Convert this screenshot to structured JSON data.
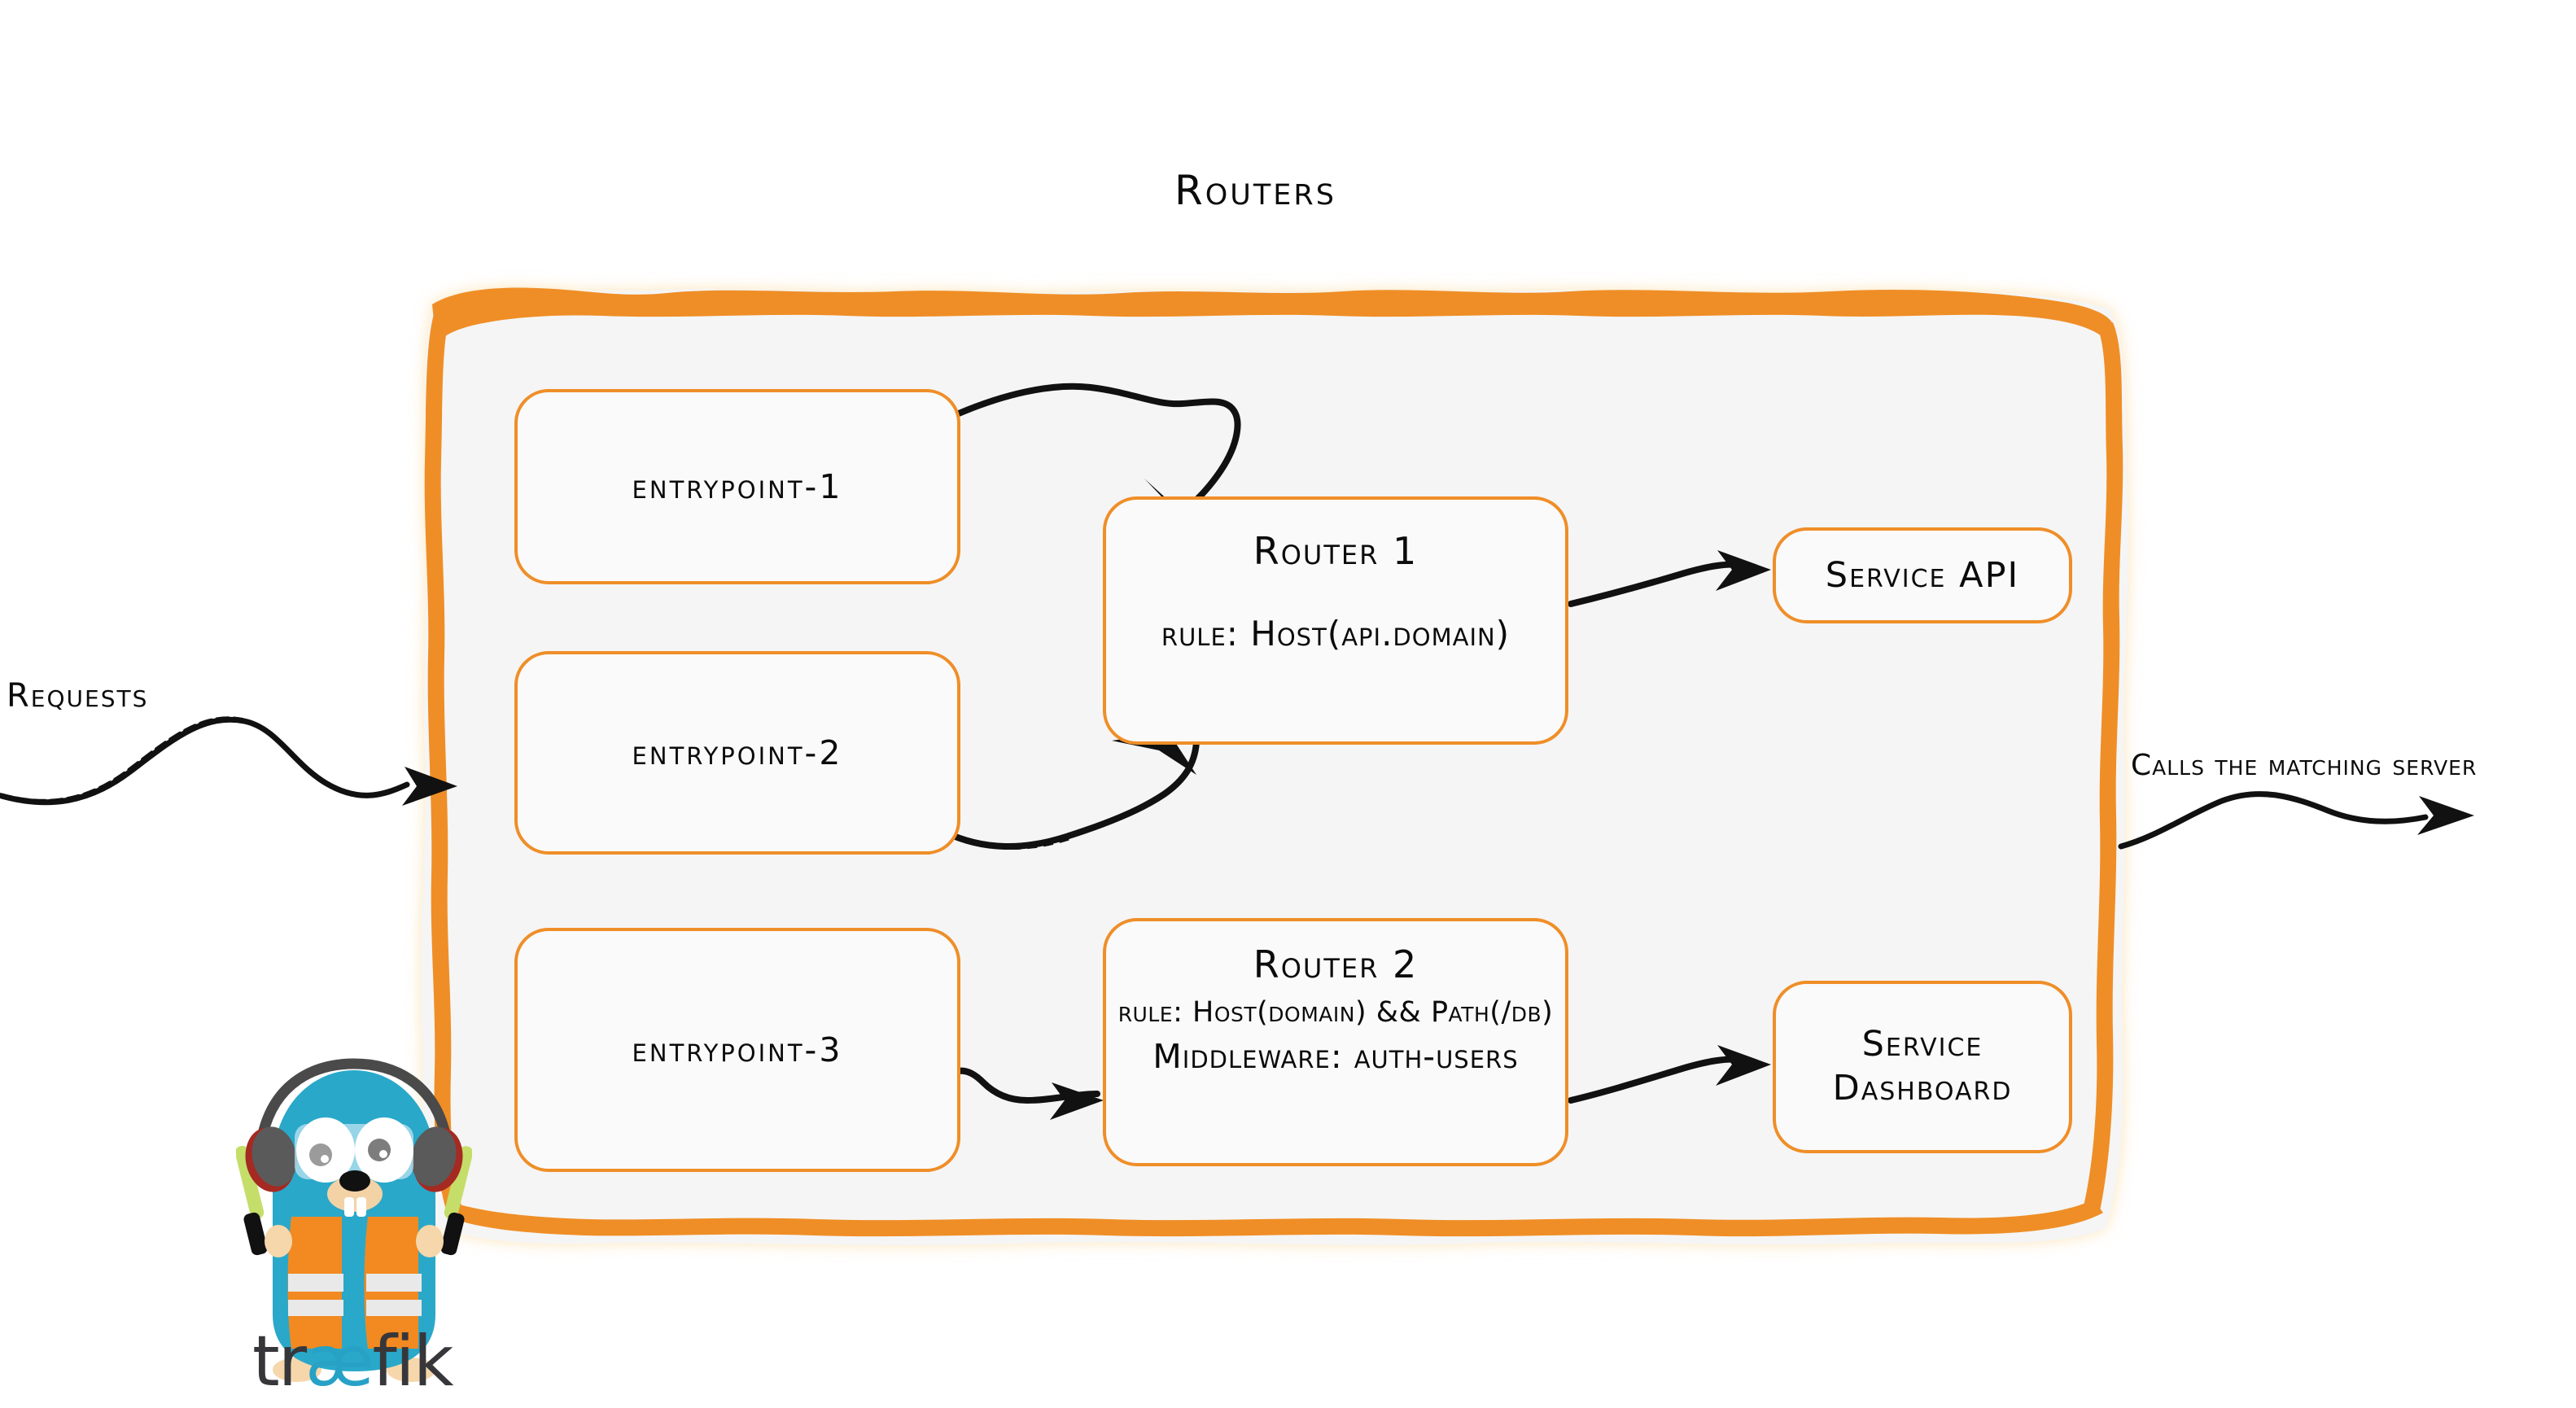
{
  "title": "Routers",
  "colors": {
    "accent_orange": "#ef8e28",
    "frame_fill": "#f5f5f5",
    "card_fill": "#fafafa",
    "ink": "#0b0b0b",
    "logo_cyan": "#27a1c5",
    "logo_dark": "#37373b",
    "vest_orange": "#f28a21",
    "wand_green": "#c5de6a"
  },
  "entrypoints": [
    {
      "label": "entrypoint-1"
    },
    {
      "label": "entrypoint-2"
    },
    {
      "label": "entrypoint-3"
    }
  ],
  "routers": [
    {
      "title": "Router 1",
      "rule": "rule: Host(api.domain)"
    },
    {
      "title": "Router 2",
      "rule": "rule: Host(domain) && Path(/db)",
      "middleware": "Middleware: auth-users"
    }
  ],
  "services": [
    {
      "label": "Service API"
    },
    {
      "line1": "Service",
      "line2": "Dashboard"
    }
  ],
  "captions": {
    "requests": "Requests",
    "calls": "Calls the matching server"
  },
  "logo": {
    "wordmark_a": "tr",
    "wordmark_ae": "æ",
    "wordmark_b": "fik",
    "alt": "traefik-gopher-mascot"
  }
}
